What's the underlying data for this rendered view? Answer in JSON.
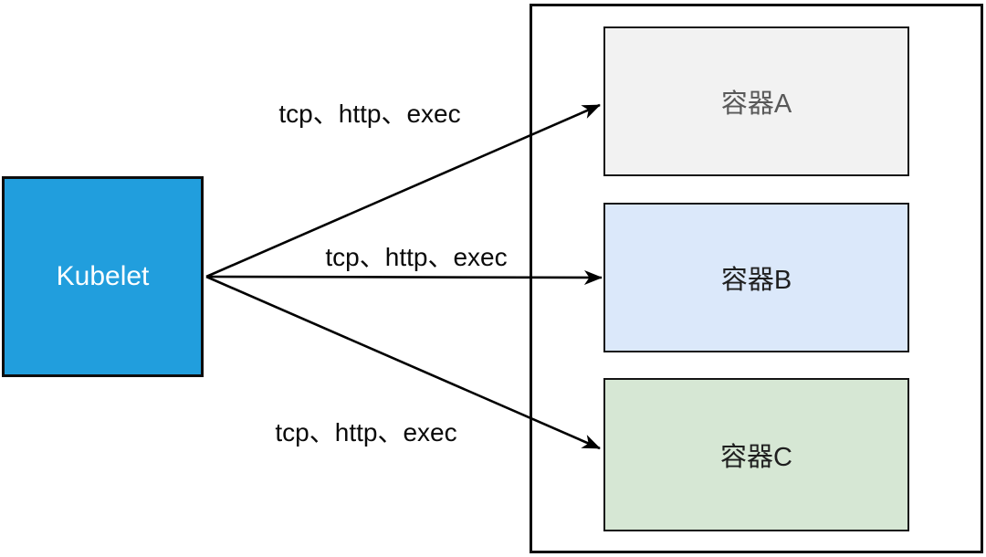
{
  "diagram": {
    "kubelet": {
      "label": "Kubelet",
      "fill": "#219EDD",
      "text_color": "#FFFFFF",
      "border_color": "#0D0D0D"
    },
    "node_boundary": {
      "border_color": "#0D0D0D",
      "fill": "#FFFFFF"
    },
    "containers": [
      {
        "id": "A",
        "label": "容器A",
        "fill": "#F2F2F2",
        "text_color": "#595959",
        "border_color": "#141414"
      },
      {
        "id": "B",
        "label": "容器B",
        "fill": "#DBE8FA",
        "text_color": "#1F1F1F",
        "border_color": "#141414"
      },
      {
        "id": "C",
        "label": "容器C",
        "fill": "#D6E7D4",
        "text_color": "#1F1F1F",
        "border_color": "#141414"
      }
    ],
    "edges": [
      {
        "from": "Kubelet",
        "to": "容器A",
        "label": "tcp、http、exec",
        "color": "#000000"
      },
      {
        "from": "Kubelet",
        "to": "容器B",
        "label": "tcp、http、exec",
        "color": "#000000"
      },
      {
        "from": "Kubelet",
        "to": "容器C",
        "label": "tcp、http、exec",
        "color": "#000000"
      }
    ]
  }
}
